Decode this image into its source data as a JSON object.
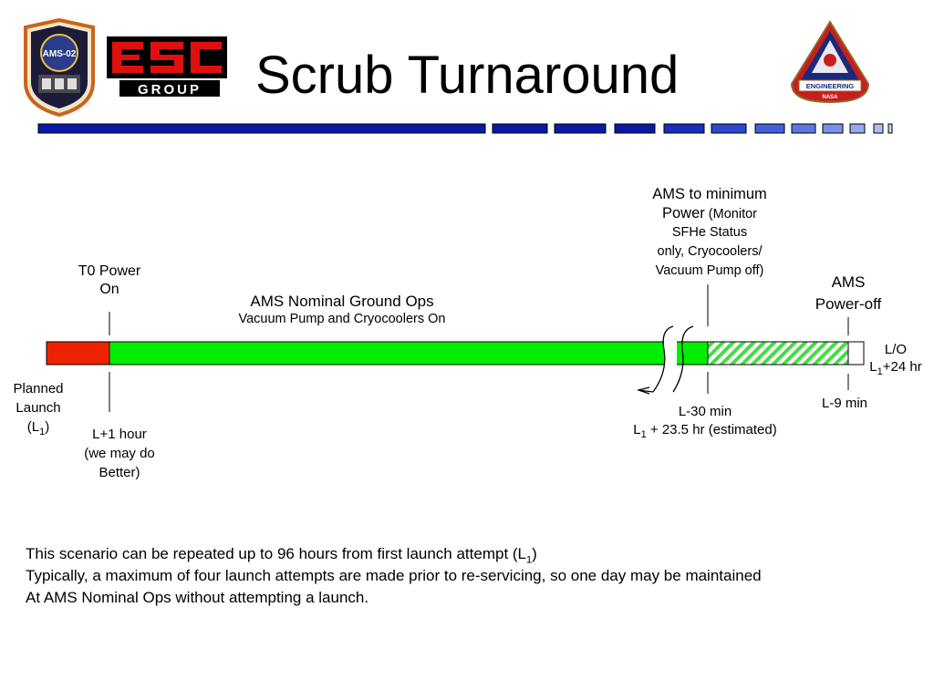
{
  "slide": {
    "title": "Scrub Turnaround"
  },
  "logos": {
    "patch_text": "AMS-02",
    "esc_top": "ESC",
    "esc_bottom": "GROUP",
    "eng_top": "ENGINEERING",
    "eng_bottom": "NASA"
  },
  "labels": {
    "t0_power_on": [
      "T0 Power",
      "On"
    ],
    "nominal_title": "AMS Nominal Ground Ops",
    "nominal_sub": "Vacuum Pump and Cryocoolers On",
    "min_power_l1": "AMS to minimum",
    "min_power_l2a": "Power",
    "min_power_l2b": " (Monitor",
    "min_power_l3": "SFHe Status",
    "min_power_l4": "only, Cryocoolers/",
    "min_power_l5": "Vacuum Pump off)",
    "power_off": [
      "AMS",
      "Power-off"
    ],
    "lo": "L/O",
    "lo_plus_pre": "L",
    "lo_plus_sub": "1",
    "lo_plus_post": "+24 hr",
    "planned_launch_l1": "Planned",
    "planned_launch_l2": "Launch",
    "planned_launch_l3a": "(L",
    "planned_launch_l3sub": "1",
    "planned_launch_l3b": ")",
    "l_plus_1": [
      "L+1 hour",
      "(we may do",
      "Better)"
    ],
    "l_minus_30": "L-30 min",
    "l1_est_pre": "L",
    "l1_est_sub": "1",
    "l1_est_post": " + 23.5 hr (estimated)",
    "l_minus_9": "L-9 min"
  },
  "notes": {
    "line1_pre": "This scenario can be repeated up to 96 hours from first launch attempt (L",
    "line1_sub": "1",
    "line1_post": ")",
    "line2": "Typically, a maximum of four launch attempts are made prior to re-servicing, so one day may be maintained",
    "line3": "At AMS Nominal Ops without attempting a launch."
  },
  "colors": {
    "header_bar": "#0a1aa8",
    "red_segment": "#ee2200",
    "green_segment": "#00ee00",
    "hatch_green": "#44dd44"
  }
}
